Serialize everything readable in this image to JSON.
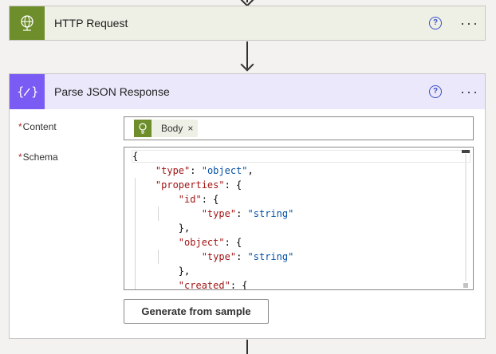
{
  "http_step": {
    "title": "HTTP Request",
    "icon": "globe-icon",
    "accent": "#6e8e2b",
    "header_bg": "#eef0e6"
  },
  "parse_step": {
    "title": "Parse JSON Response",
    "icon": "braces-pen-icon",
    "accent": "#7a5cf5",
    "header_bg": "#ebe8fb",
    "help_glyph": "?",
    "more_glyph": "···",
    "content_label": "Content",
    "schema_label": "Schema",
    "required_marker": "*",
    "token": {
      "label": "Body",
      "remove": "×",
      "icon": "bulb-icon"
    },
    "schema_lines": [
      "{",
      "    \"type\": \"object\",",
      "    \"properties\": {",
      "        \"id\": {",
      "            \"type\": \"string\"",
      "        },",
      "        \"object\": {",
      "            \"type\": \"string\"",
      "        },",
      "        \"created\": {"
    ],
    "generate_label": "Generate from sample"
  },
  "http_help_glyph": "?",
  "http_more_glyph": "···"
}
